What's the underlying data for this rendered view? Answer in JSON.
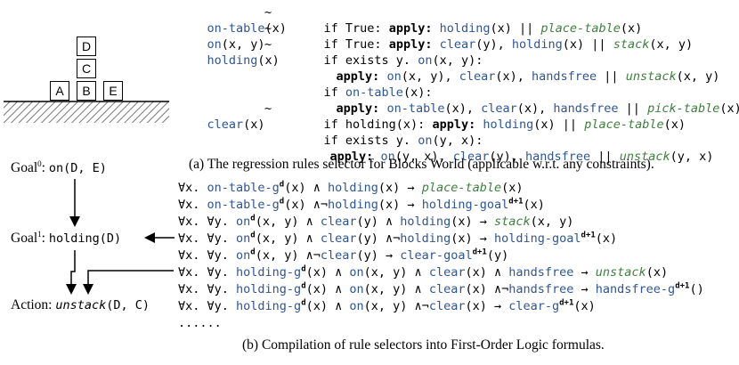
{
  "scene": {
    "blocks": [
      "A",
      "B",
      "C",
      "D",
      "E"
    ],
    "colors": {
      "text": "#000000",
      "predicate": "#2f5597",
      "action": "#3f7f3f"
    }
  },
  "regression": {
    "rules": [
      {
        "head": "on-table",
        "args": "(x)",
        "sim": "~",
        "cond": "if True:",
        "apply": "apply:",
        "effects": [
          {
            "t": "holding",
            "c": "blue"
          },
          {
            "t": "(x) || "
          },
          {
            "t": "place-table",
            "c": "green"
          },
          {
            "t": "(x)"
          }
        ]
      },
      {
        "head": "on",
        "args": "(x, y)",
        "sim": "~",
        "cond": "if True:",
        "apply": "apply:",
        "effects": [
          {
            "t": "clear",
            "c": "blue"
          },
          {
            "t": "(y), "
          },
          {
            "t": "holding",
            "c": "blue"
          },
          {
            "t": "(x) || "
          },
          {
            "t": "stack",
            "c": "green"
          },
          {
            "t": "(x, y)"
          }
        ]
      },
      {
        "head": "holding",
        "args": "(x)",
        "sim": "~",
        "cond": "if exists y. ",
        "condpred": "on",
        "condargs": "(x, y):",
        "apply": "apply:",
        "effects": [
          {
            "t": "on",
            "c": "blue"
          },
          {
            "t": "(x, y), "
          },
          {
            "t": "clear",
            "c": "blue"
          },
          {
            "t": "(x), "
          },
          {
            "t": "handsfree",
            "c": "blue"
          },
          {
            "t": " || "
          },
          {
            "t": "unstack",
            "c": "green"
          },
          {
            "t": "(x, y)"
          }
        ]
      },
      {
        "cond": "if ",
        "condpred": "on-table",
        "condargs": "(x):",
        "apply": "apply:",
        "effects": [
          {
            "t": "on-table",
            "c": "blue"
          },
          {
            "t": "(x), "
          },
          {
            "t": "clear",
            "c": "blue"
          },
          {
            "t": "(x), "
          },
          {
            "t": "handsfree",
            "c": "blue"
          },
          {
            "t": " || "
          },
          {
            "t": "pick-table",
            "c": "green"
          },
          {
            "t": "(x)"
          }
        ]
      },
      {
        "head": "clear",
        "args": "(x)",
        "sim": "~",
        "cond": "if holding(x):",
        "apply": "apply:",
        "effects": [
          {
            "t": "holding",
            "c": "blue"
          },
          {
            "t": "(x) || "
          },
          {
            "t": "place-table",
            "c": "green"
          },
          {
            "t": "(x)"
          }
        ]
      },
      {
        "cond": "if exists y. ",
        "condpred": "on",
        "condargs": "(y, x):",
        "apply": "apply:",
        "effects": [
          {
            "t": "on",
            "c": "blue"
          },
          {
            "t": "(y, x), "
          },
          {
            "t": "clear",
            "c": "blue"
          },
          {
            "t": "(y), "
          },
          {
            "t": "handsfree",
            "c": "blue"
          },
          {
            "t": " || "
          },
          {
            "t": "unstack",
            "c": "green"
          },
          {
            "t": "(y, x)"
          }
        ]
      }
    ],
    "caption": "(a) The regression rules selector for Blocks World (applicable w.r.t. any constraints)."
  },
  "goals": {
    "goal0_label": "Goal",
    "goal0_sup": "0",
    "goal0_colon": ":",
    "goal0_value": "on(D, E)",
    "goal1_label": "Goal",
    "goal1_sup": "1",
    "goal1_colon": ":",
    "goal1_value": "holding(D)",
    "action_label": "Action:",
    "action_value": "unstack",
    "action_args": "(D, C)"
  },
  "fol": {
    "formulas": [
      [
        {
          "t": "∀x. "
        },
        {
          "t": "on-table-g",
          "c": "blue"
        },
        {
          "t": "d",
          "s": "sup"
        },
        {
          "t": "(x) ∧ "
        },
        {
          "t": "holding",
          "c": "blue"
        },
        {
          "t": "(x) → "
        },
        {
          "t": "place-table",
          "c": "green"
        },
        {
          "t": "(x)"
        }
      ],
      [
        {
          "t": "∀x. "
        },
        {
          "t": "on-table-g",
          "c": "blue"
        },
        {
          "t": "d",
          "s": "sup"
        },
        {
          "t": "(x) ∧¬"
        },
        {
          "t": "holding",
          "c": "blue"
        },
        {
          "t": "(x) → "
        },
        {
          "t": "holding-goal",
          "c": "blue"
        },
        {
          "t": "d+1",
          "s": "sup"
        },
        {
          "t": "(x)"
        }
      ],
      [
        {
          "t": "∀x. ∀y. "
        },
        {
          "t": "on",
          "c": "blue"
        },
        {
          "t": "d",
          "s": "sup"
        },
        {
          "t": "(x, y) ∧ "
        },
        {
          "t": "clear",
          "c": "blue"
        },
        {
          "t": "(y) ∧ "
        },
        {
          "t": "holding",
          "c": "blue"
        },
        {
          "t": "(x) → "
        },
        {
          "t": "stack",
          "c": "green"
        },
        {
          "t": "(x, y)"
        }
      ],
      [
        {
          "t": "∀x. ∀y. "
        },
        {
          "t": "on",
          "c": "blue"
        },
        {
          "t": "d",
          "s": "sup"
        },
        {
          "t": "(x, y) ∧ "
        },
        {
          "t": "clear",
          "c": "blue"
        },
        {
          "t": "(y) ∧¬"
        },
        {
          "t": "holding",
          "c": "blue"
        },
        {
          "t": "(x) → "
        },
        {
          "t": "holding-goal",
          "c": "blue"
        },
        {
          "t": "d+1",
          "s": "sup"
        },
        {
          "t": "(x)"
        }
      ],
      [
        {
          "t": "∀x. ∀y. "
        },
        {
          "t": "on",
          "c": "blue"
        },
        {
          "t": "d",
          "s": "sup"
        },
        {
          "t": "(x, y) ∧¬"
        },
        {
          "t": "clear",
          "c": "blue"
        },
        {
          "t": "(y) → "
        },
        {
          "t": "clear-goal",
          "c": "blue"
        },
        {
          "t": "d+1",
          "s": "sup"
        },
        {
          "t": "(y)"
        }
      ],
      [
        {
          "t": "∀x. ∀y. "
        },
        {
          "t": "holding-g",
          "c": "blue"
        },
        {
          "t": "d",
          "s": "sup"
        },
        {
          "t": "(x) ∧ "
        },
        {
          "t": "on",
          "c": "blue"
        },
        {
          "t": "(x, y) ∧ "
        },
        {
          "t": "clear",
          "c": "blue"
        },
        {
          "t": "(x) ∧ "
        },
        {
          "t": "handsfree",
          "c": "blue"
        },
        {
          "t": " → "
        },
        {
          "t": "unstack",
          "c": "green"
        },
        {
          "t": "(x)"
        }
      ],
      [
        {
          "t": "∀x. ∀y. "
        },
        {
          "t": "holding-g",
          "c": "blue"
        },
        {
          "t": "d",
          "s": "sup"
        },
        {
          "t": "(x) ∧ "
        },
        {
          "t": "on",
          "c": "blue"
        },
        {
          "t": "(x, y) ∧ "
        },
        {
          "t": "clear",
          "c": "blue"
        },
        {
          "t": "(x) ∧¬"
        },
        {
          "t": "handsfree",
          "c": "blue"
        },
        {
          "t": " → "
        },
        {
          "t": "handsfree-g",
          "c": "blue"
        },
        {
          "t": "d+1",
          "s": "sup"
        },
        {
          "t": "()"
        }
      ],
      [
        {
          "t": "∀x. ∀y. "
        },
        {
          "t": "holding-g",
          "c": "blue"
        },
        {
          "t": "d",
          "s": "sup"
        },
        {
          "t": "(x) ∧ "
        },
        {
          "t": "on",
          "c": "blue"
        },
        {
          "t": "(x, y) ∧¬"
        },
        {
          "t": "clear",
          "c": "blue"
        },
        {
          "t": "(x) → "
        },
        {
          "t": "clear-g",
          "c": "blue"
        },
        {
          "t": "d+1",
          "s": "sup"
        },
        {
          "t": "(x)"
        }
      ]
    ],
    "ellipsis": "......",
    "caption": "(b) Compilation of rule selectors into First-Order Logic formulas."
  }
}
